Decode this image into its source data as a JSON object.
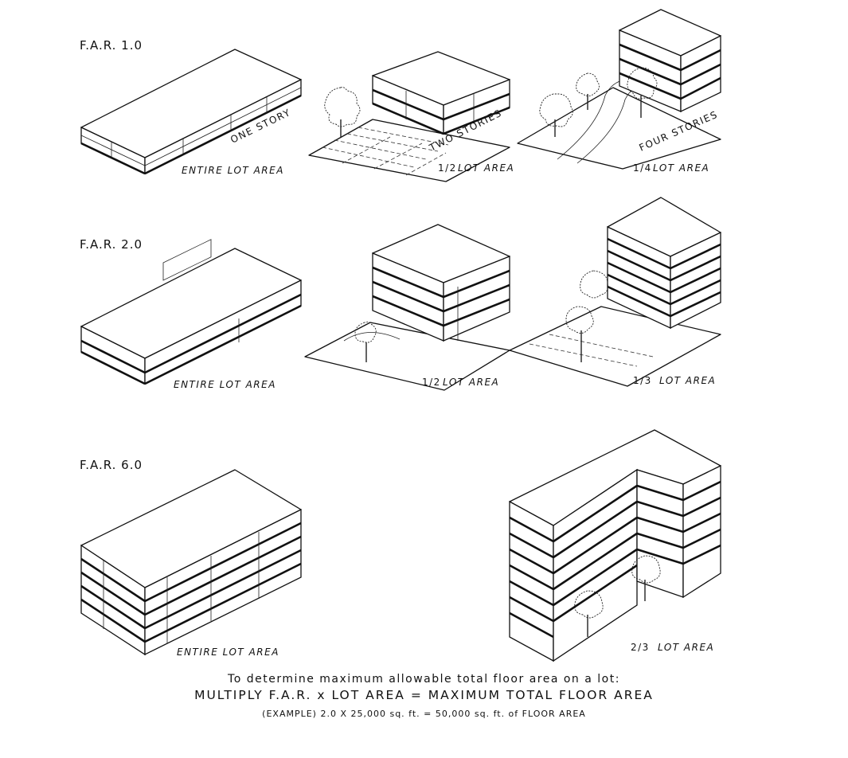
{
  "rows": [
    {
      "far_label": "F.A.R.  1.0",
      "panels": [
        {
          "story_label": "ONE STORY",
          "lot_label": "ENTIRE LOT AREA"
        },
        {
          "story_label": "TWO STORIES",
          "lot_label": "LOT AREA",
          "fraction": "1/2"
        },
        {
          "story_label": "FOUR STORIES",
          "lot_label": "LOT AREA",
          "fraction": "1/4"
        }
      ]
    },
    {
      "far_label": "F.A.R.  2.0",
      "panels": [
        {
          "lot_label": "ENTIRE LOT AREA"
        },
        {
          "lot_label": "LOT AREA",
          "fraction": "1/2"
        },
        {
          "lot_label": "LOT AREA",
          "fraction": "1/3"
        }
      ]
    },
    {
      "far_label": "F.A.R.  6.0",
      "panels": [
        {
          "lot_label": "ENTIRE LOT AREA"
        },
        {
          "lot_label": "LOT AREA",
          "fraction": "2/3"
        }
      ]
    }
  ],
  "footer": {
    "line1": "To determine maximum allowable total floor area on a lot:",
    "line2": "MULTIPLY   F.A.R. x LOT AREA = MAXIMUM TOTAL FLOOR AREA",
    "line3": "(EXAMPLE)  2.0 X 25,000 sq. ft. = 50,000 sq. ft. of FLOOR AREA"
  },
  "colors": {
    "ink": "#111111",
    "paper": "#ffffff"
  }
}
